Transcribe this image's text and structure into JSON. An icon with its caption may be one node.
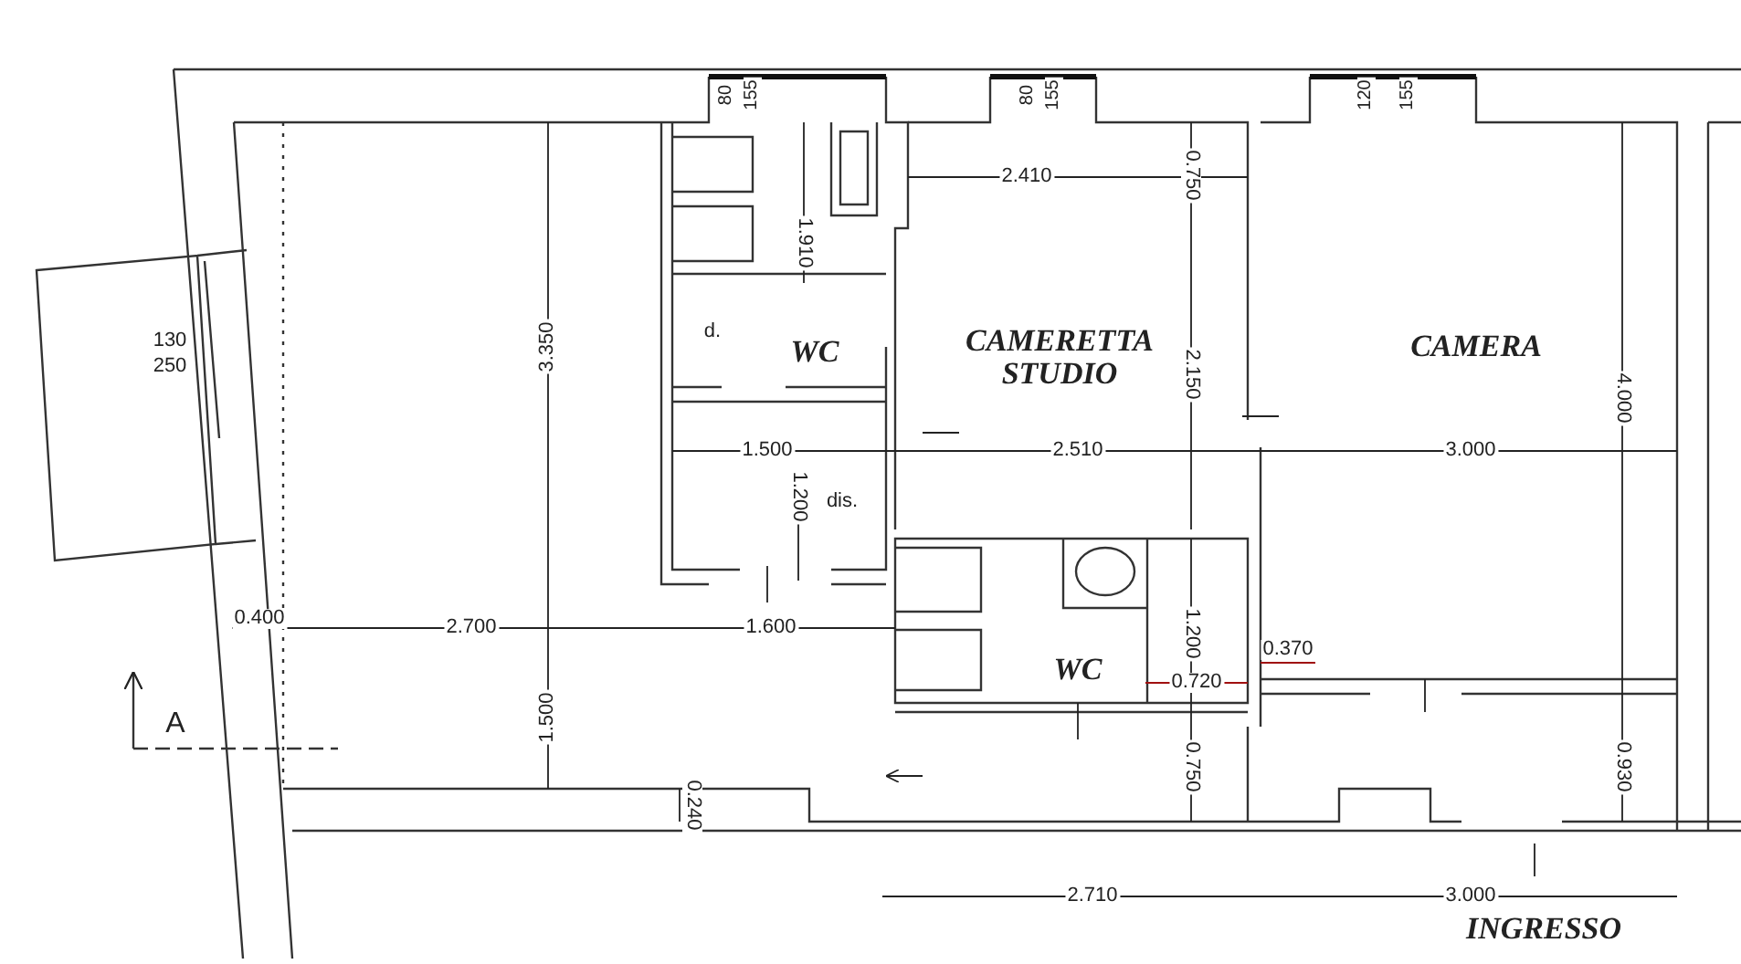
{
  "diagram": {
    "labels": [
      "80",
      "155",
      "80",
      "155",
      "120",
      "155",
      "2.410",
      "0.750",
      "1.910",
      "3.350",
      "130",
      "250",
      "d.",
      "WC",
      "CAMERETTA STUDIO",
      "CAMERA",
      "2.150",
      "4.000",
      "1.500",
      "2.510",
      "3.000",
      "1.200",
      "dis.",
      "1.200",
      "0.400",
      "2.700",
      "1.600",
      "0.370",
      "WC",
      "0.720",
      "1.500",
      "A",
      "0.750",
      "0.930",
      "0.240",
      "2.710",
      "3.000",
      "INGRESSO"
    ]
  }
}
